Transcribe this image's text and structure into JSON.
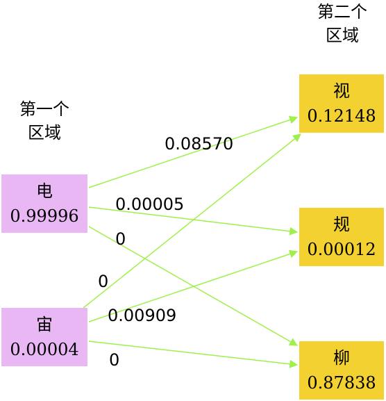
{
  "regions": {
    "first": [
      "第一个",
      "区域"
    ],
    "second": [
      "第二个",
      "区域"
    ]
  },
  "nodes": {
    "dian": {
      "char": "电",
      "prob": "0.99996"
    },
    "zhou": {
      "char": "宙",
      "prob": "0.00004"
    },
    "shi": {
      "char": "视",
      "prob": "0.12148"
    },
    "gui": {
      "char": "规",
      "prob": "0.00012"
    },
    "liu": {
      "char": "柳",
      "prob": "0.87838"
    }
  },
  "edges": [
    {
      "from": "dian",
      "to": "shi",
      "label": "0.08570"
    },
    {
      "from": "dian",
      "to": "gui",
      "label": "0.00005"
    },
    {
      "from": "dian",
      "to": "liu",
      "label": "0"
    },
    {
      "from": "zhou",
      "to": "shi",
      "label": "0"
    },
    {
      "from": "zhou",
      "to": "gui",
      "label": "0.00909"
    },
    {
      "from": "zhou",
      "to": "liu",
      "label": "0"
    }
  ],
  "colors": {
    "left_node": "#e9b7f4",
    "right_node": "#f2d131",
    "edge": "#9ef04a"
  }
}
